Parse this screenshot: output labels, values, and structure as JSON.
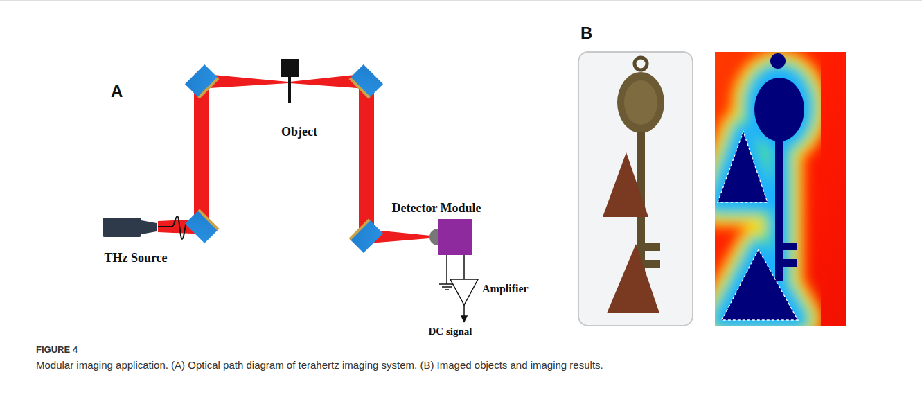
{
  "diagram": {
    "caption": "Modular imaging application. (A) Optical path diagram of terahertz imaging system. (B) Imaged objects and imaging results.",
    "labels": [
      "A",
      "THz Source",
      "Object",
      "Detector Module",
      "Amplifier",
      "DC signal",
      "B",
      "FIGURE 4"
    ]
  }
}
